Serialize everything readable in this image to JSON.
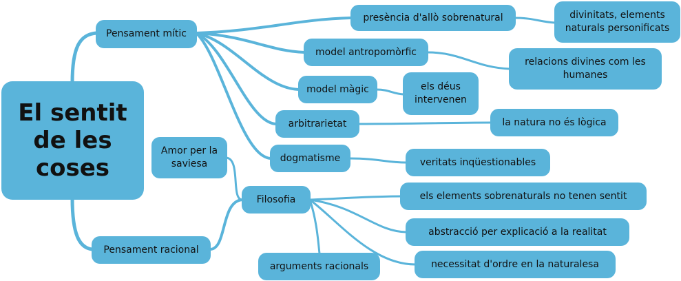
{
  "colors": {
    "node": "#5ab4da",
    "line": "#5ab4da",
    "text": "#111111"
  },
  "root": {
    "label": "El sentit de les coses"
  },
  "nodes": {
    "pensament_mitic": "Pensament mític",
    "presencia": "presència d'allò sobrenatural",
    "divinitats": "divinitats, elements naturals personificats",
    "antropomorfic": "model antropomòrfic",
    "relacions": "relacions divines com les humanes",
    "magic": "model màgic",
    "deus": "els déus intervenen",
    "arbitrarietat": "arbitrarietat",
    "natura": "la natura no és lògica",
    "dogmatisme": "dogmatisme",
    "veritats": "veritats inqüestionables",
    "amor": "Amor per la saviesa",
    "filosofia": "Filosofia",
    "pensament_racional": "Pensament racional",
    "elements": "els elements sobrenaturals no tenen sentit",
    "abstraccio": "abstracció per explicació a la realitat",
    "arguments": "arguments racionals",
    "necessitat": "necessitat d'ordre en la naturalesa"
  }
}
